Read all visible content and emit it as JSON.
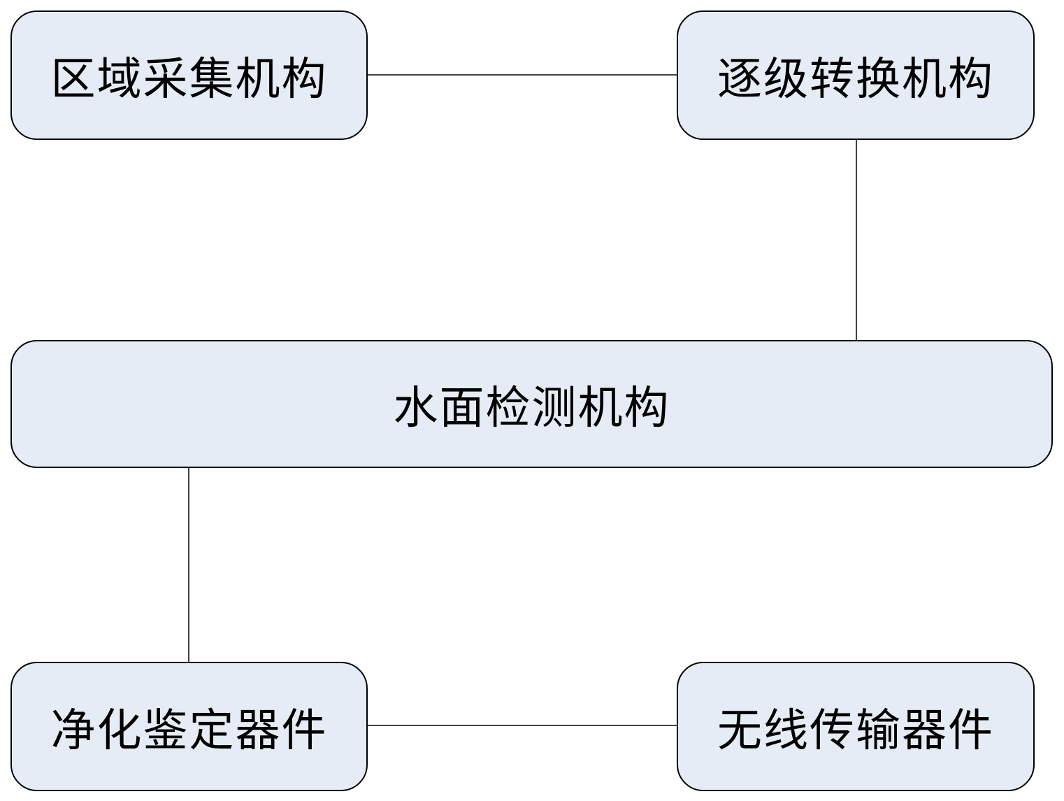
{
  "diagram": {
    "nodes": {
      "region_collection": "区域采集机构",
      "stepwise_conversion": "逐级转换机构",
      "water_surface_detection": "水面检测机构",
      "purification_identification": "净化鉴定器件",
      "wireless_transmission": "无线传输器件"
    },
    "colors": {
      "box_fill": "#e6ecf6",
      "box_border": "#000000",
      "connector": "#000000",
      "text": "#000000"
    }
  }
}
